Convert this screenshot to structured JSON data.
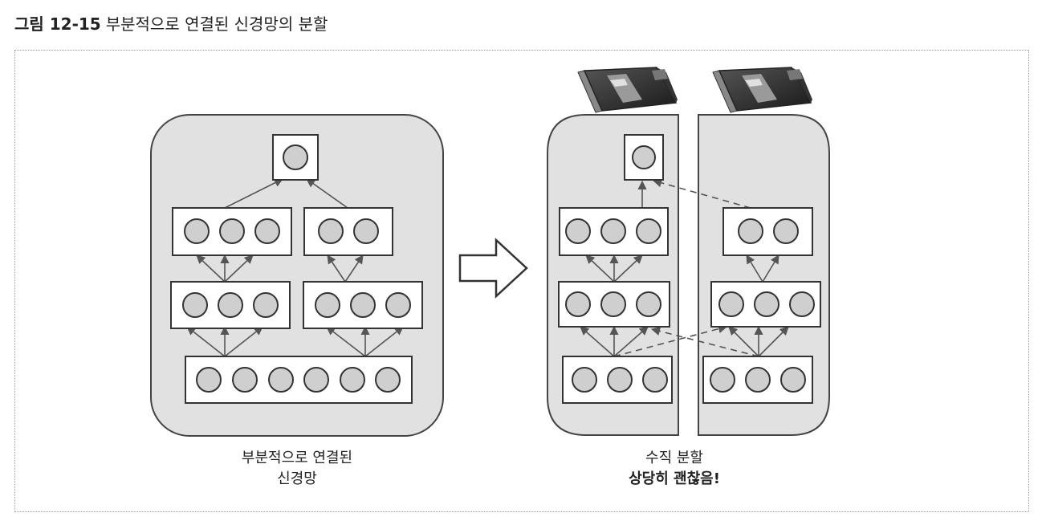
{
  "figure": {
    "number": "그림 12-15",
    "title": "부분적으로 연결된 신경망의 분할"
  },
  "left": {
    "caption_line1": "부분적으로 연결된",
    "caption_line2": "신경망"
  },
  "right": {
    "caption_line1": "수직 분할",
    "caption_line2": "상당히 괜찮음!"
  },
  "icons": [
    "gpu-card-icon",
    "gpu-card-icon",
    "right-arrow-icon"
  ]
}
